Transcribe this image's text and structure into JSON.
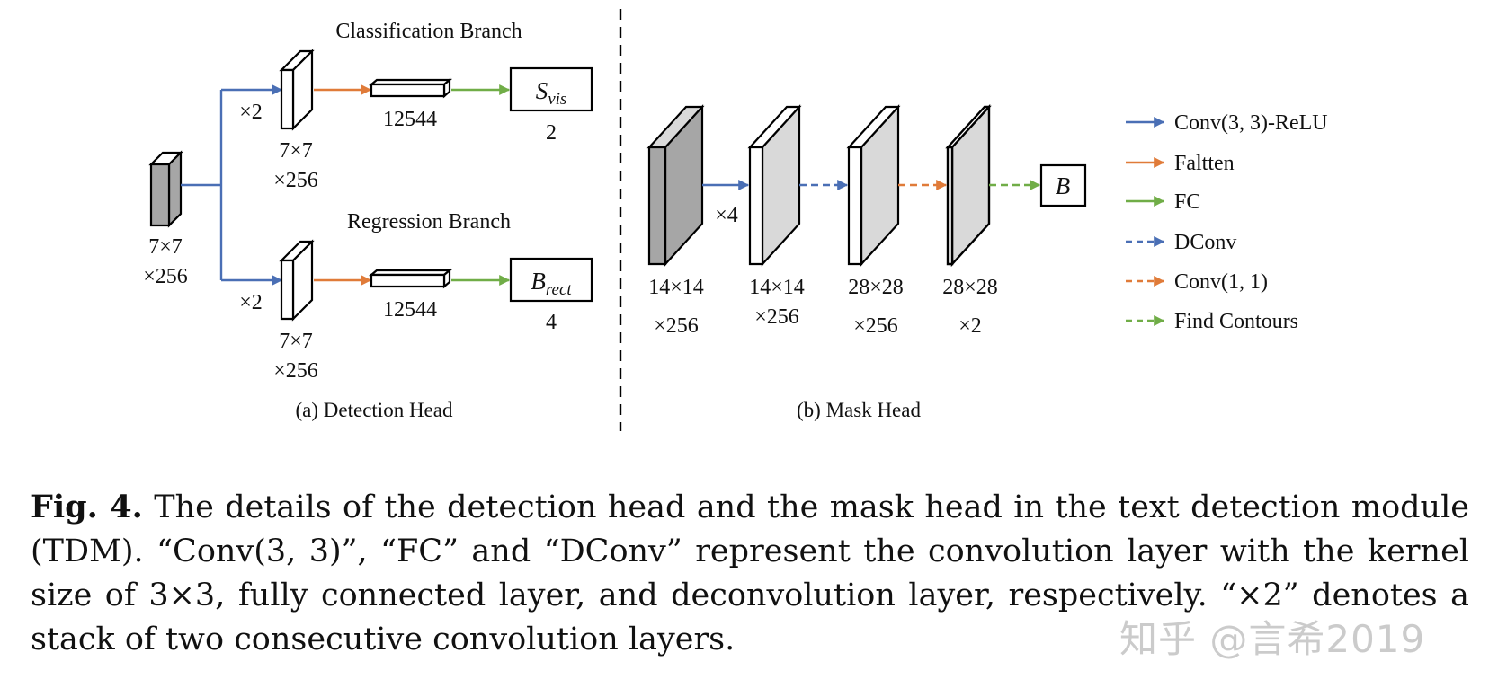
{
  "colors": {
    "conv_relu": "#4a6fb5",
    "flatten": "#e07b39",
    "fc": "#70ad47",
    "dconv": "#4a6fb5",
    "conv11": "#e07b39",
    "find_contours": "#70ad47",
    "dark_block": "#a6a6a6",
    "light_block": "#d9d9d9"
  },
  "detection_head": {
    "caption": "(a) Detection Head",
    "input_size_line1": "7×7",
    "input_size_line2": "×256",
    "classification": {
      "title": "Classification Branch",
      "repeat": "×2",
      "conv_size_line1": "7×7",
      "conv_size_line2": "×256",
      "flat_size": "12544",
      "output_symbol": "S",
      "output_subscript": "vis",
      "output_dim": "2"
    },
    "regression": {
      "title": "Regression Branch",
      "repeat": "×2",
      "conv_size_line1": "7×7",
      "conv_size_line2": "×256",
      "flat_size": "12544",
      "output_symbol": "B",
      "output_subscript": "rect",
      "output_dim": "4"
    }
  },
  "mask_head": {
    "caption": "(b) Mask Head",
    "repeat": "×4",
    "output_symbol": "B",
    "blocks": [
      {
        "line1": "14×14",
        "line2": "×256"
      },
      {
        "line1": "14×14",
        "line2": "×256"
      },
      {
        "line1": "28×28",
        "line2": "×256"
      },
      {
        "line1": "28×28",
        "line2": "×2"
      }
    ]
  },
  "legend": [
    {
      "label": "Conv(3, 3)-ReLU",
      "style": "solid",
      "color": "#4a6fb5"
    },
    {
      "label": "Faltten",
      "style": "solid",
      "color": "#e07b39"
    },
    {
      "label": "FC",
      "style": "solid",
      "color": "#70ad47"
    },
    {
      "label": "DConv",
      "style": "dashed",
      "color": "#4a6fb5"
    },
    {
      "label": "Conv(1, 1)",
      "style": "dashed",
      "color": "#e07b39"
    },
    {
      "label": "Find Contours",
      "style": "dashed",
      "color": "#70ad47"
    }
  ],
  "caption": {
    "label": "Fig. 4.",
    "text": "The details of the detection head and the mask head in the text detection module (TDM). “Conv(3, 3)”, “FC” and “DConv” represent the convolution layer with the kernel size of 3×3, fully connected layer, and deconvolution layer, respectively. “×2” denotes a stack of two consecutive convolution layers."
  },
  "watermark": "知乎 @言希2019"
}
